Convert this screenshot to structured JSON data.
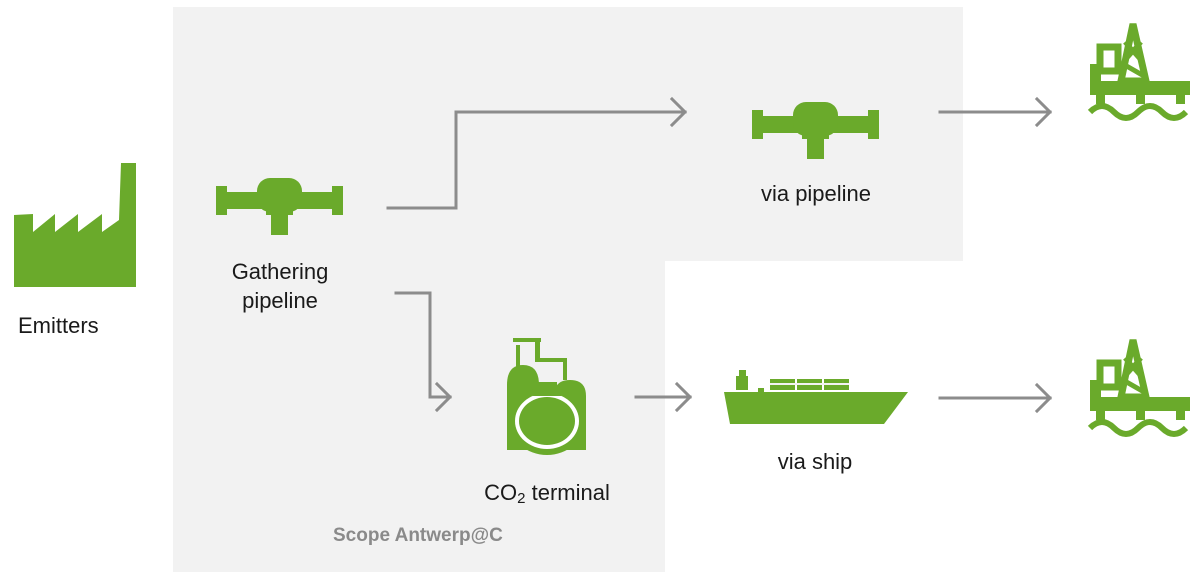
{
  "colors": {
    "scope_bg": "#f2f2f2",
    "icon_green": "#6aaa2b",
    "arrow_gray": "#8c8c8c"
  },
  "nodes": {
    "emitters": {
      "label": "Emitters",
      "icon": "factory-icon"
    },
    "gathering": {
      "label_line1": "Gathering",
      "label_line2": "pipeline",
      "icon": "pipeline-icon"
    },
    "terminal": {
      "label_prefix": "CO",
      "label_sub": "2",
      "label_suffix": " terminal",
      "icon": "co2-terminal-icon"
    },
    "via_pipeline": {
      "label": "via pipeline",
      "icon": "pipeline-icon"
    },
    "via_ship": {
      "label": "via ship",
      "icon": "ship-icon"
    },
    "storage_top": {
      "icon": "offshore-platform-icon"
    },
    "storage_bottom": {
      "icon": "offshore-platform-icon"
    }
  },
  "scope": {
    "label": "Scope Antwerp@C"
  }
}
